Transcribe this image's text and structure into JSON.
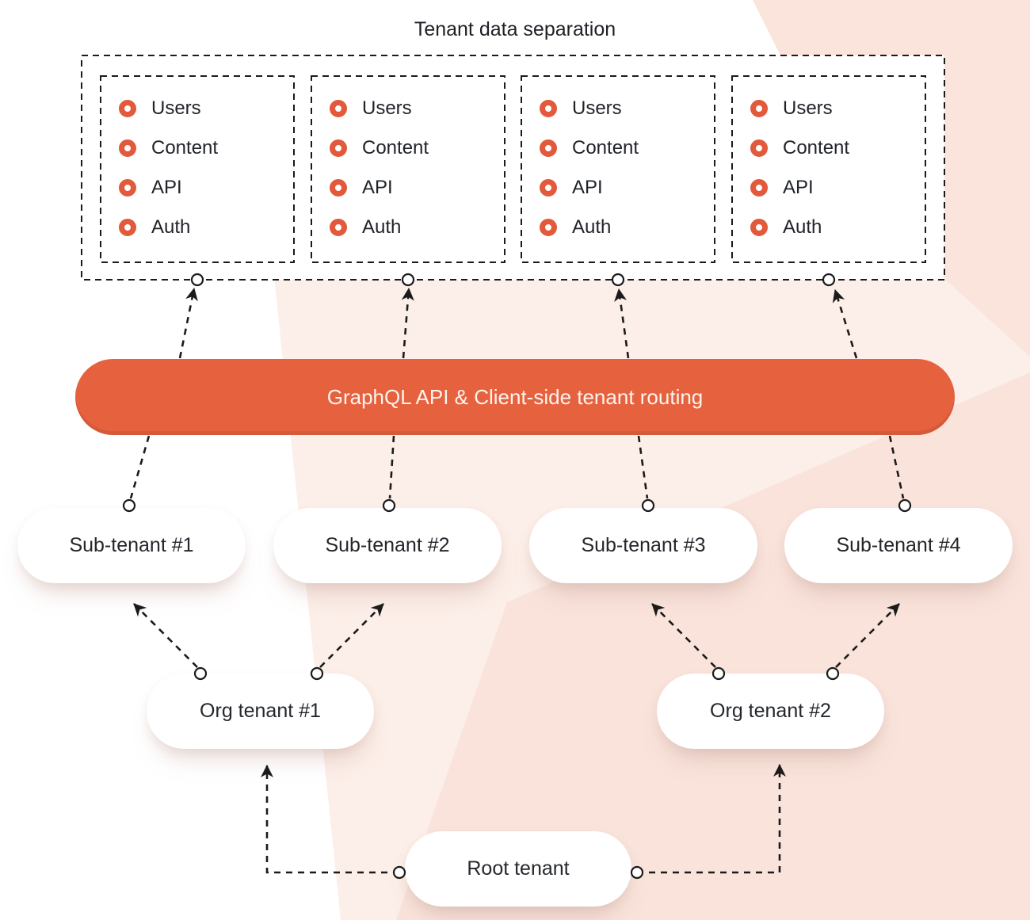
{
  "title": "Tenant data separation",
  "colors": {
    "accent_orange": "#E6613E",
    "bullet_orange": "#E2593B",
    "line_black": "#1B1B1B",
    "background_pink": "#FAE4DC",
    "node_text": "#24272B"
  },
  "separation": {
    "boxes": [
      {
        "items": [
          "Users",
          "Content",
          "API",
          "Auth"
        ]
      },
      {
        "items": [
          "Users",
          "Content",
          "API",
          "Auth"
        ]
      },
      {
        "items": [
          "Users",
          "Content",
          "API",
          "Auth"
        ]
      },
      {
        "items": [
          "Users",
          "Content",
          "API",
          "Auth"
        ]
      }
    ]
  },
  "router": {
    "label": "GraphQL API & Client-side tenant routing"
  },
  "tenants": {
    "sub": [
      {
        "label": "Sub-tenant #1"
      },
      {
        "label": "Sub-tenant #2"
      },
      {
        "label": "Sub-tenant #3"
      },
      {
        "label": "Sub-tenant #4"
      }
    ],
    "org": [
      {
        "label": "Org tenant #1"
      },
      {
        "label": "Org tenant #2"
      }
    ],
    "root": {
      "label": "Root tenant"
    }
  }
}
